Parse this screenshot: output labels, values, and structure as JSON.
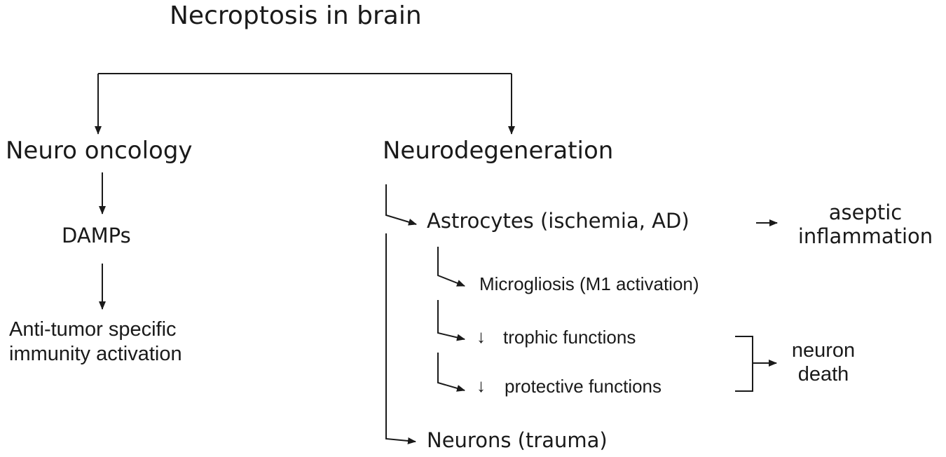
{
  "diagram": {
    "title": "Necroptosis in brain",
    "left_branch": {
      "label": "Neuro oncology",
      "step1": "DAMPs",
      "step2_line1": "Anti-tumor specific",
      "step2_line2": "immunity activation"
    },
    "right_branch": {
      "label": "Neurodegeneration",
      "astrocytes": "Astrocytes (ischemia, AD)",
      "aseptic_line1": "aseptic",
      "aseptic_line2": "inflammation",
      "microgliosis": "Microgliosis  (M1 activation)",
      "decrease_symbol": "↓",
      "trophic": "trophic functions",
      "protective": "protective functions",
      "neuron_death_line1": "neuron",
      "neuron_death_line2": "death",
      "neurons": "Neurons (trauma)"
    }
  }
}
